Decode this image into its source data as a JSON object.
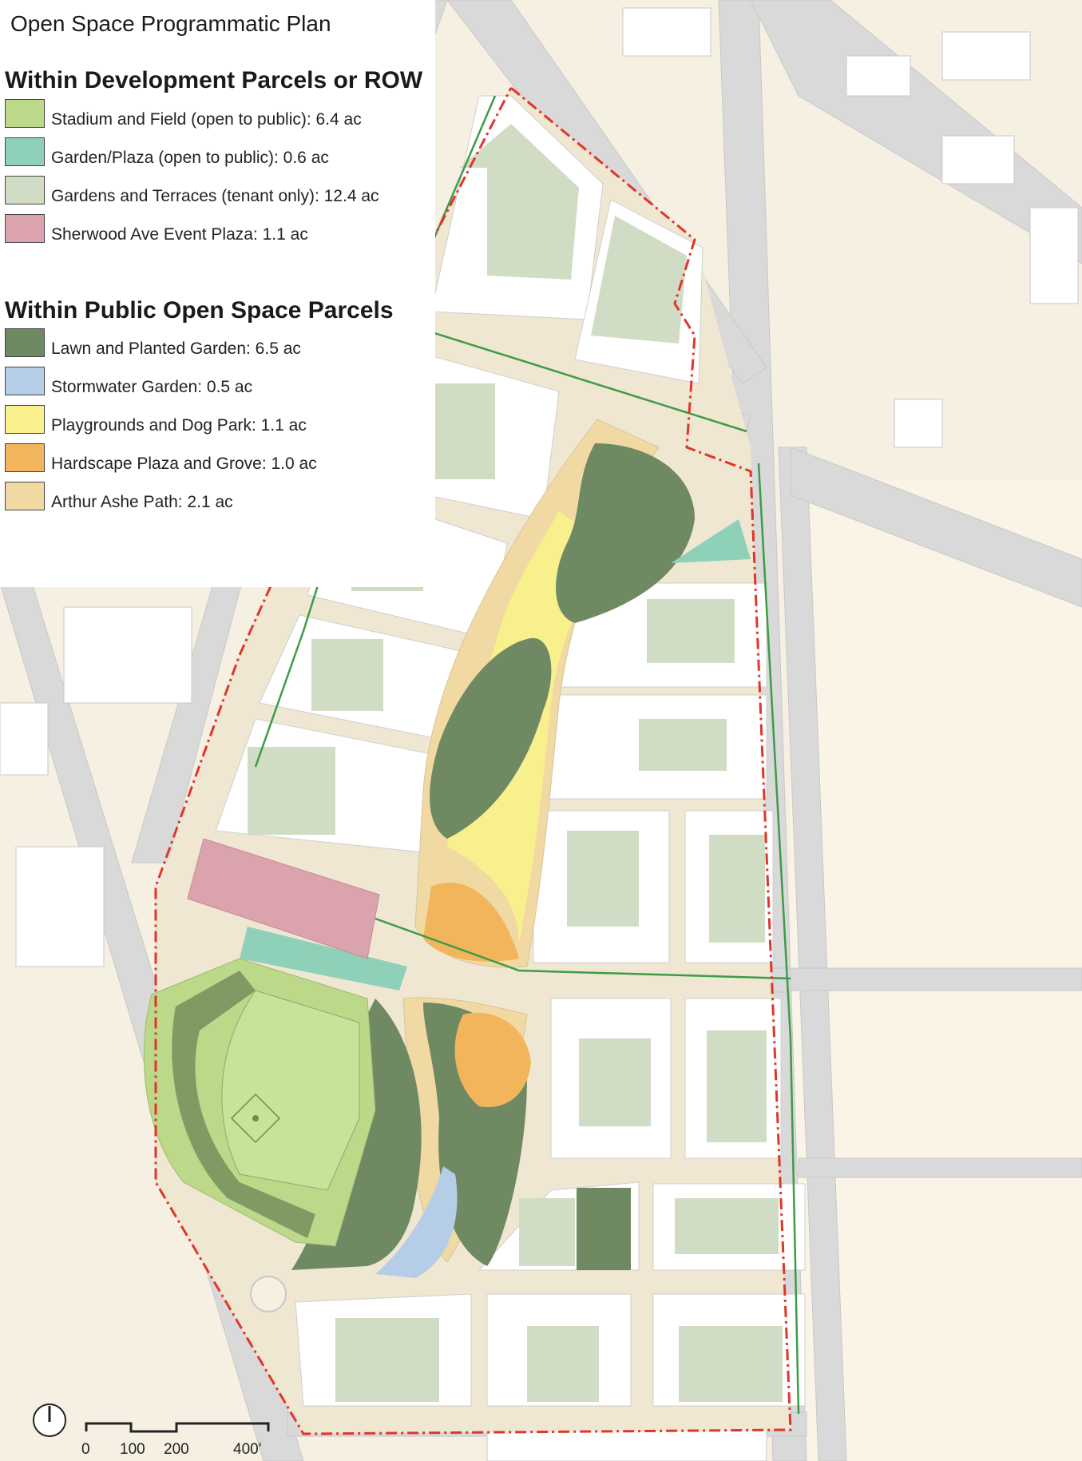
{
  "legend": {
    "title": "Open Space Programmatic Plan",
    "sections": [
      {
        "heading": "Within Development Parcels or ROW",
        "items": [
          {
            "label": "Stadium and Field (open to public): 6.4 ac",
            "color": "#bcd98a"
          },
          {
            "label": "Garden/Plaza (open to public): 0.6 ac",
            "color": "#8fd0b8"
          },
          {
            "label": "Gardens and Terraces (tenant only): 12.4 ac",
            "color": "#d0dcc4"
          },
          {
            "label": "Sherwood Ave Event Plaza: 1.1 ac",
            "color": "#dba3ae"
          }
        ]
      },
      {
        "heading": "Within Public Open Space Parcels",
        "items": [
          {
            "label": "Lawn and Planted Garden: 6.5 ac",
            "color": "#6f8a63"
          },
          {
            "label": "Stormwater Garden: 0.5 ac",
            "color": "#b5cde6"
          },
          {
            "label": "Playgrounds and Dog Park: 1.1 ac",
            "color": "#f8f08c"
          },
          {
            "label": "Hardscape Plaza and Grove: 1.0 ac",
            "color": "#f2b55c"
          },
          {
            "label": "Arthur Ashe Path: 2.1 ac",
            "color": "#f0d9a3"
          }
        ]
      }
    ]
  },
  "scale_bar": {
    "labels": [
      "0",
      "100",
      "200",
      "400'"
    ]
  },
  "map_colors": {
    "background": "#f5f0e2",
    "road": "#dcdcdc",
    "building": "#ffffff",
    "boundary": "#e0352b",
    "street_tree_line": "#3e9b48"
  }
}
